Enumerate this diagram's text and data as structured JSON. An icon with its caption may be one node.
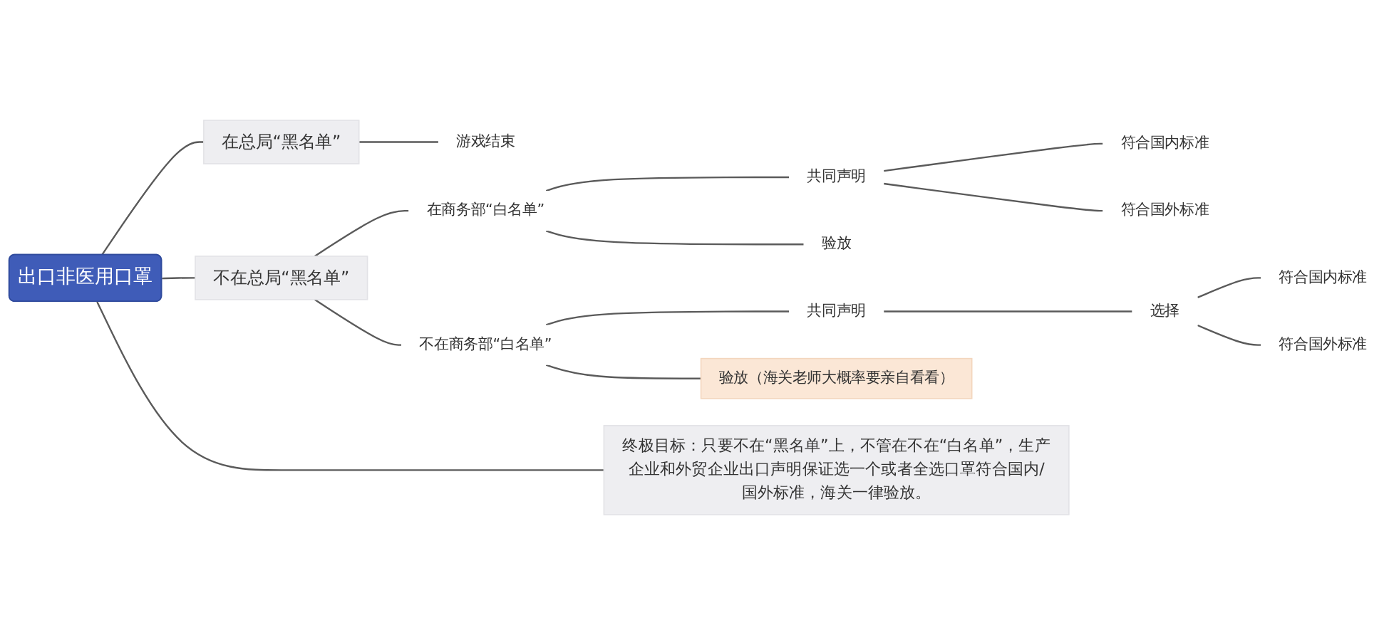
{
  "diagram": {
    "nodes": [
      {
        "text": [
          "出口非医用口罩"
        ]
      },
      {
        "text": [
          "在总局“黑名单”"
        ]
      },
      {
        "text": [
          "游戏结束"
        ]
      },
      {
        "text": [
          "不在总局“黑名单”"
        ]
      },
      {
        "text": [
          "在商务部“白名单”"
        ]
      },
      {
        "text": [
          "共同声明"
        ]
      },
      {
        "text": [
          "符合国内标准"
        ]
      },
      {
        "text": [
          "符合国外标准"
        ]
      },
      {
        "text": [
          "验放"
        ]
      },
      {
        "text": [
          "不在商务部“白名单”"
        ]
      },
      {
        "text": [
          "共同声明"
        ]
      },
      {
        "text": [
          "选择"
        ]
      },
      {
        "text": [
          "符合国内标准"
        ]
      },
      {
        "text": [
          "符合国外标准"
        ]
      },
      {
        "text": [
          "验放（海关老师大概率要亲自看看）"
        ]
      },
      {
        "text": [
          "终极目标：只要不在“黑名单”上，不管在不在“白名单”，生产企业和外贸企业出口声明保证选一个或者全选口罩符合国内/国外标准，海关一律验放。"
        ]
      }
    ],
    "edges": [
      {
        "from": 0,
        "to": 1,
        "arrow": "none"
      },
      {
        "from": 1,
        "to": 2,
        "arrow": "none"
      },
      {
        "from": 0,
        "to": 3,
        "arrow": "none"
      },
      {
        "from": 3,
        "to": 4,
        "arrow": "none"
      },
      {
        "from": 4,
        "to": 5,
        "arrow": "none"
      },
      {
        "from": 5,
        "to": 6,
        "arrow": "none"
      },
      {
        "from": 5,
        "to": 7,
        "arrow": "none"
      },
      {
        "from": 4,
        "to": 8,
        "arrow": "none"
      },
      {
        "from": 3,
        "to": 9,
        "arrow": "none"
      },
      {
        "from": 9,
        "to": 10,
        "arrow": "none"
      },
      {
        "from": 10,
        "to": 11,
        "arrow": "none"
      },
      {
        "from": 11,
        "to": 12,
        "arrow": "none"
      },
      {
        "from": 11,
        "to": 13,
        "arrow": "none"
      },
      {
        "from": 9,
        "to": 14,
        "arrow": "none"
      },
      {
        "from": 0,
        "to": 15,
        "arrow": "none"
      }
    ]
  }
}
